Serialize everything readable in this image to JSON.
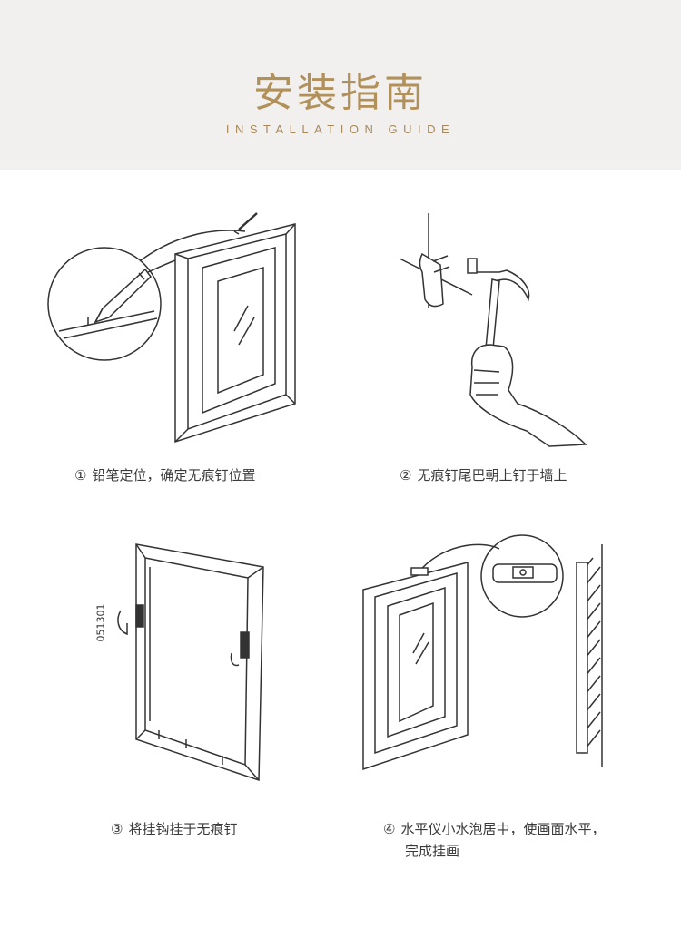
{
  "header": {
    "title": "安装指南",
    "subtitle": "INSTALLATION GUIDE"
  },
  "steps": [
    {
      "num": "①",
      "text": "铅笔定位，确定无痕钉位置"
    },
    {
      "num": "②",
      "text": "无痕钉尾巴朝上钉于墙上"
    },
    {
      "num": "③",
      "text": "将挂钩挂于无痕钉"
    },
    {
      "num": "④",
      "text": "水平仪小水泡居中，使画面水平，",
      "text2": "完成挂画"
    }
  ],
  "illustrations": {
    "hook_code": "051301"
  },
  "colors": {
    "header_bg": "#f1f0ee",
    "accent": "#b1905a",
    "line": "#333333"
  }
}
